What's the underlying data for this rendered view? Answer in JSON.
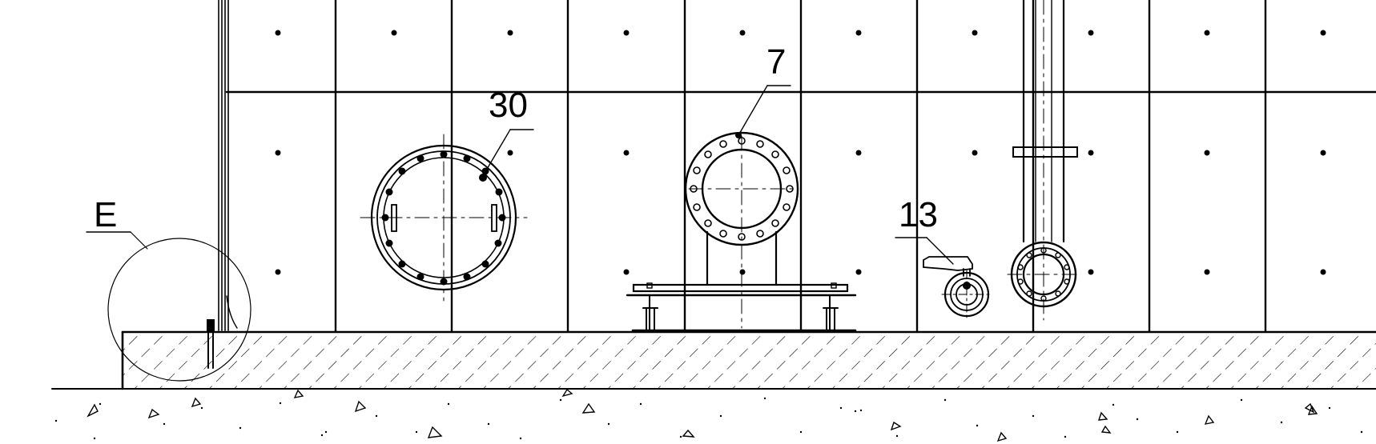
{
  "drawing": {
    "labels": {
      "manhole": "30",
      "pipe_flange": "7",
      "valve": "13",
      "detail": "E"
    }
  }
}
